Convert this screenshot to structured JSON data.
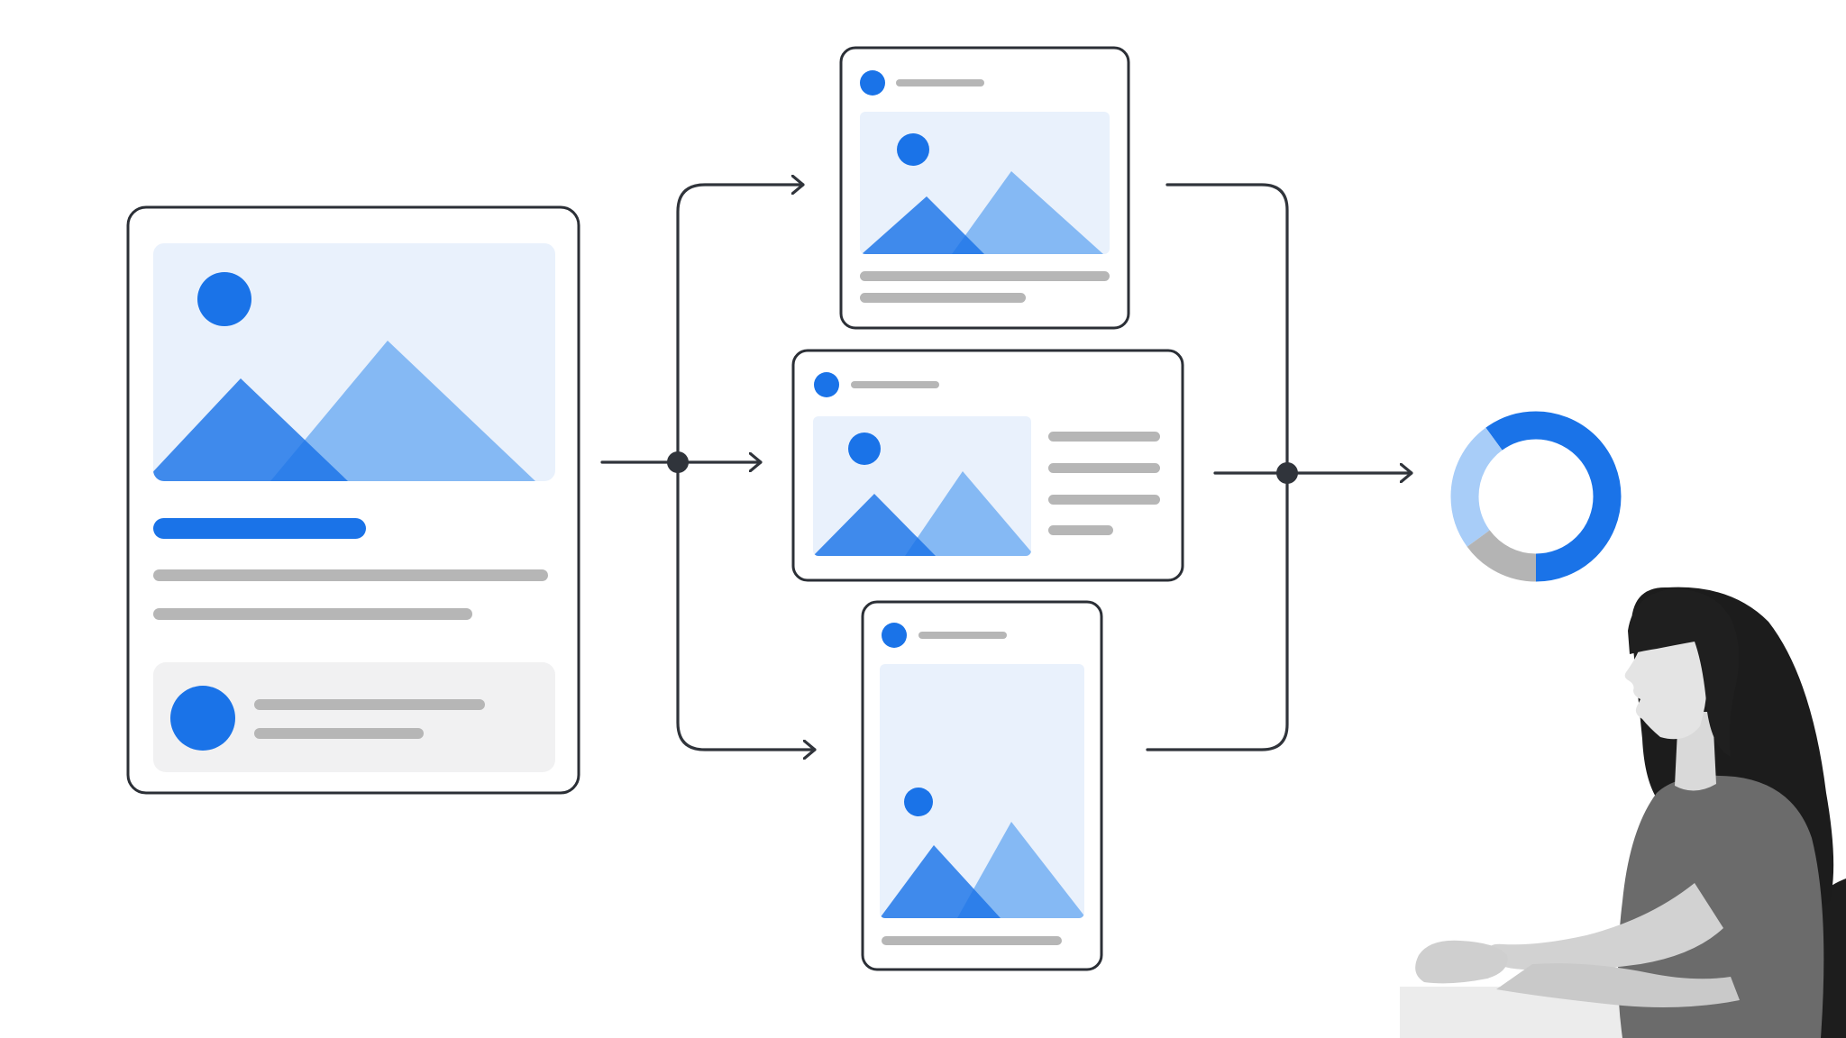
{
  "colors": {
    "background": "#ffffff",
    "card_border": "#2b2f36",
    "card_fill": "#ffffff",
    "connector": "#30343b",
    "image_bg": "#e9f1fc",
    "primary_blue": "#1a73e8",
    "light_blue": "#85b9f4",
    "pale_blue": "#a8cdf8",
    "text_gray": "#b6b6b6",
    "panel_gray": "#f1f1f2",
    "chart_gray": "#b4b4b4"
  },
  "icons": {
    "source": "image-placeholder-icon",
    "variant": "avatar-icon",
    "result": "donut-chart-icon",
    "person": "person-at-desk-illustration"
  },
  "donut": {
    "segments": [
      {
        "share": 0.6,
        "color": "#1a73e8"
      },
      {
        "share": 0.25,
        "color": "#a8cdf8"
      },
      {
        "share": 0.15,
        "color": "#b4b4b4"
      }
    ]
  }
}
